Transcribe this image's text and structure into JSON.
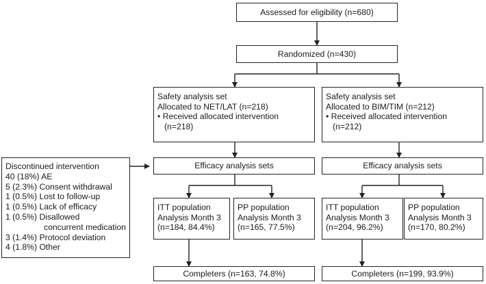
{
  "assessed": "Assessed for eligibility (n=680)",
  "randomized": "Randomized (n=430)",
  "left_safety": {
    "lines": [
      "Safety analysis set",
      "Allocated to NET/LAT (n=218)",
      "• Received allocated intervention",
      "(n=218)"
    ]
  },
  "right_safety": {
    "lines": [
      "Safety analysis set",
      "Allocated to BIM/TIM (n=212)",
      "• Received allocated intervention",
      "(n=212)"
    ]
  },
  "discontinued": {
    "lines": [
      "Discontinued intervention",
      "40 (18%) AE",
      "5 (2.3%) Consent withdrawal",
      "1 (0.5%) Lost to follow-up",
      "1 (0.5%) Lack of efficacy",
      "1 (0.5%) Disallowed",
      "concurrent medication",
      "3 (1.4%) Protocol deviation",
      "4 (1.8%) Other"
    ]
  },
  "left_efficacy": "Efficacy analysis sets",
  "right_efficacy": "Efficacy analysis sets",
  "left_itt": {
    "lines": [
      "ITT population",
      "Analysis Month 3",
      "(n=184, 84.4%)"
    ]
  },
  "left_pp": {
    "lines": [
      "PP population",
      "Analysis Month 3",
      "(n=165, 77.5%)"
    ]
  },
  "right_itt": {
    "lines": [
      "ITT population",
      "Analysis Month 3",
      "(n=204, 96.2%)"
    ]
  },
  "right_pp": {
    "lines": [
      "PP population",
      "Analysis Month 3",
      "(n=170, 80.2%)"
    ]
  },
  "left_completers": "Completers (n=163, 74.8%)",
  "right_completers": "Completers (n=199, 93.9%)"
}
